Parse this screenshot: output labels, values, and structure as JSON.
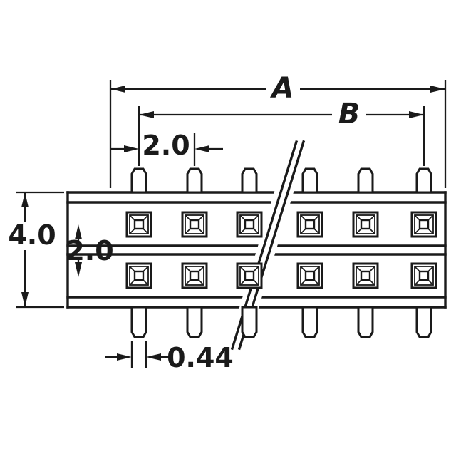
{
  "drawing": {
    "dim_overall_length": {
      "label": "A"
    },
    "dim_contact_span": {
      "label": "B"
    },
    "dim_pitch": {
      "label": "2.0"
    },
    "dim_body_height": {
      "label": "4.0"
    },
    "dim_row_spacing": {
      "label": "2.0"
    },
    "dim_pin_width": {
      "label": "0.44"
    }
  },
  "colors": {
    "line": "#1a1a1a",
    "background": "#ffffff"
  }
}
